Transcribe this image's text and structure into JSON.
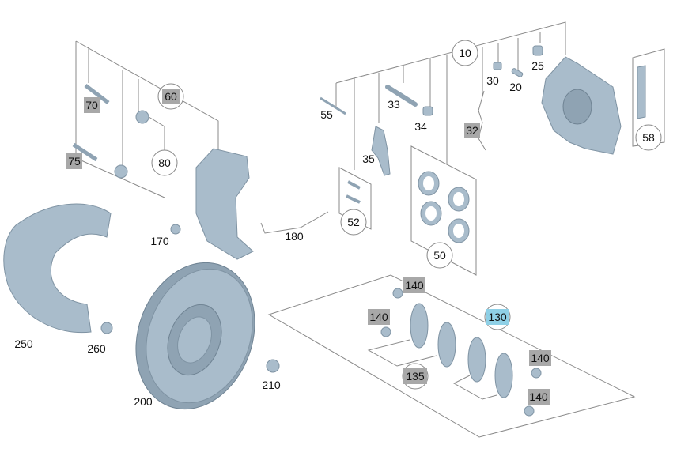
{
  "diagram": {
    "colors": {
      "part": "#a9bccb",
      "highlight_label": "#8fd0e6",
      "gray_label": "#a8a8a8",
      "leader_lines": "#8a8a8a"
    },
    "labels": {
      "l10": "10",
      "l25": "25",
      "l30": "30",
      "l20": "20",
      "l33": "33",
      "l55": "55",
      "l34": "34",
      "l32": "32",
      "l35": "35",
      "l58": "58",
      "l52": "52",
      "l50": "50",
      "l70": "70",
      "l60": "60",
      "l75": "75",
      "l80": "80",
      "l170": "170",
      "l180": "180",
      "l250": "250",
      "l260": "260",
      "l200": "200",
      "l210": "210",
      "l140a": "140",
      "l140b": "140",
      "l140c": "140",
      "l140d": "140",
      "l130": "130",
      "l135": "135"
    }
  }
}
